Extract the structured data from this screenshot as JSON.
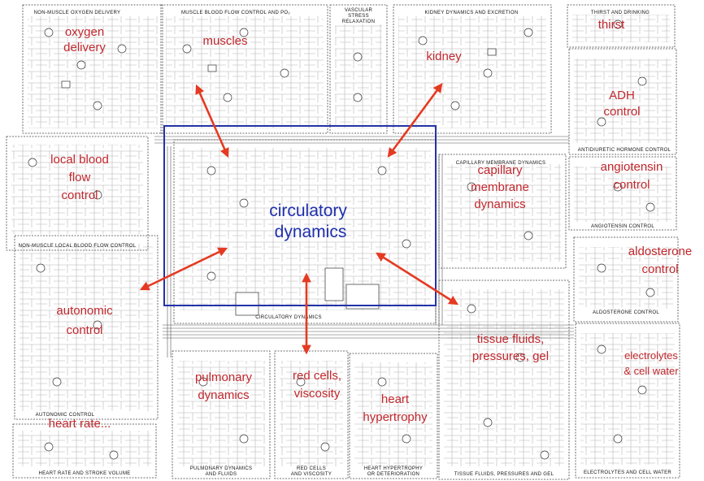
{
  "panels": [
    {
      "id": "oxygen",
      "title": [
        "NON-MUSCLE OXYGEN DELIVERY"
      ]
    },
    {
      "id": "muscle",
      "title": [
        "MUSCLE BLOOD FLOW CONTROL AND PO₂"
      ]
    },
    {
      "id": "vascular",
      "title": [
        "VASCULAR",
        "STRESS",
        "RELAXATION"
      ]
    },
    {
      "id": "kidney",
      "title": [
        "KIDNEY DYNAMICS AND EXCRETION"
      ]
    },
    {
      "id": "thirst",
      "title": [
        "THIRST AND DRINKING"
      ]
    },
    {
      "id": "adh",
      "title": [
        "ANTIDIURETIC HORMONE CONTROL"
      ]
    },
    {
      "id": "angio",
      "title": [
        "ANGIOTENSIN CONTROL"
      ]
    },
    {
      "id": "aldo",
      "title": [
        "ALDOSTERONE CONTROL"
      ]
    },
    {
      "id": "electro",
      "title": [
        "ELECTROLYTES AND CELL WATER"
      ]
    },
    {
      "id": "tissue",
      "title": [
        "TISSUE FLUIDS, PRESSURES AND GEL"
      ]
    },
    {
      "id": "hypertrophy",
      "title": [
        "HEART HYPERTROPHY",
        "OR DETERIORATION"
      ]
    },
    {
      "id": "redcells",
      "title": [
        "RED CELLS",
        "AND VISCOSITY"
      ]
    },
    {
      "id": "pulmonary",
      "title": [
        "PULMONARY DYNAMICS",
        "AND FLUIDS"
      ]
    },
    {
      "id": "heartrate",
      "title": [
        "HEART RATE AND STROKE VOLUME"
      ]
    },
    {
      "id": "autonomic",
      "title": [
        "AUTONOMIC CONTROL"
      ]
    },
    {
      "id": "localflow",
      "title": [
        "NON-MUSCLE LOCAL BLOOD FLOW CONTROL"
      ]
    },
    {
      "id": "circulatory",
      "title": [
        "CIRCULATORY DYNAMICS"
      ]
    },
    {
      "id": "capillary",
      "title": [
        "CAPILLARY MEMBRANE DYNAMICS"
      ]
    }
  ],
  "overlay_labels": [
    {
      "id": "oxygen-delivery",
      "lines": [
        "oxygen",
        "delivery"
      ]
    },
    {
      "id": "muscles",
      "lines": [
        "muscles"
      ]
    },
    {
      "id": "kidney",
      "lines": [
        "kidney"
      ]
    },
    {
      "id": "thirst",
      "lines": [
        "thirst"
      ]
    },
    {
      "id": "adh",
      "lines": [
        "ADH",
        "control"
      ]
    },
    {
      "id": "local-blood-flow",
      "lines": [
        "local blood",
        "flow",
        "control"
      ]
    },
    {
      "id": "capillary",
      "lines": [
        "capillary",
        "membrane",
        "dynamics"
      ]
    },
    {
      "id": "angiotensin",
      "lines": [
        "angiotensin",
        "control"
      ]
    },
    {
      "id": "aldosterone",
      "lines": [
        "aldosterone",
        "control"
      ]
    },
    {
      "id": "autonomic",
      "lines": [
        "autonomic",
        "control"
      ]
    },
    {
      "id": "tissue-fluids",
      "lines": [
        "tissue fluids,",
        "pressures, gel"
      ]
    },
    {
      "id": "electrolytes",
      "lines": [
        "electrolytes",
        "& cell water"
      ]
    },
    {
      "id": "pulmonary",
      "lines": [
        "pulmonary",
        "dynamics"
      ]
    },
    {
      "id": "red-cells",
      "lines": [
        "red cells,",
        "viscosity"
      ]
    },
    {
      "id": "heart-hypertrophy",
      "lines": [
        "heart",
        "hypertrophy"
      ]
    },
    {
      "id": "heart-rate",
      "lines": [
        "heart rate..."
      ]
    }
  ],
  "center_label": {
    "lines": [
      "circulatory",
      "dynamics"
    ]
  },
  "colors": {
    "arrow": "#e53a22",
    "center_box": "#2432a8",
    "overlay_text": "#c1272d",
    "center_text": "#1f2fae",
    "ink": "#222"
  }
}
